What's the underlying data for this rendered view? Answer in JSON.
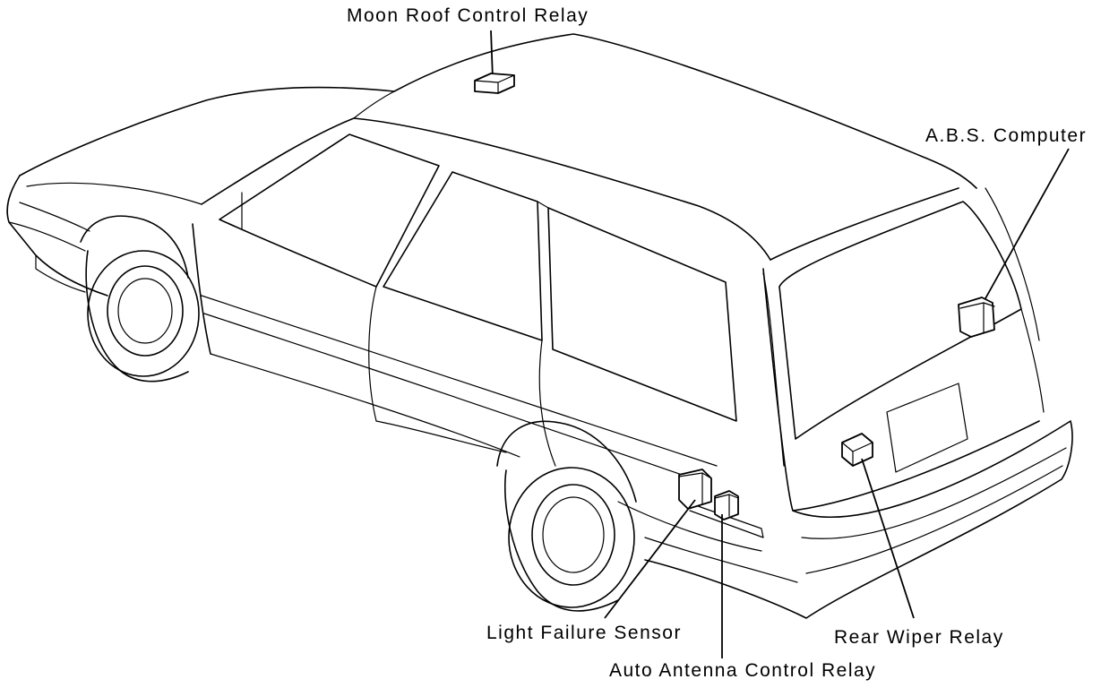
{
  "labels": {
    "moon_roof_relay": "Moon Roof Control Relay",
    "abs_computer": "A.B.S. Computer",
    "light_failure_sensor": "Light Failure Sensor",
    "auto_antenna_relay": "Auto Antenna Control Relay",
    "rear_wiper_relay": "Rear Wiper Relay"
  }
}
